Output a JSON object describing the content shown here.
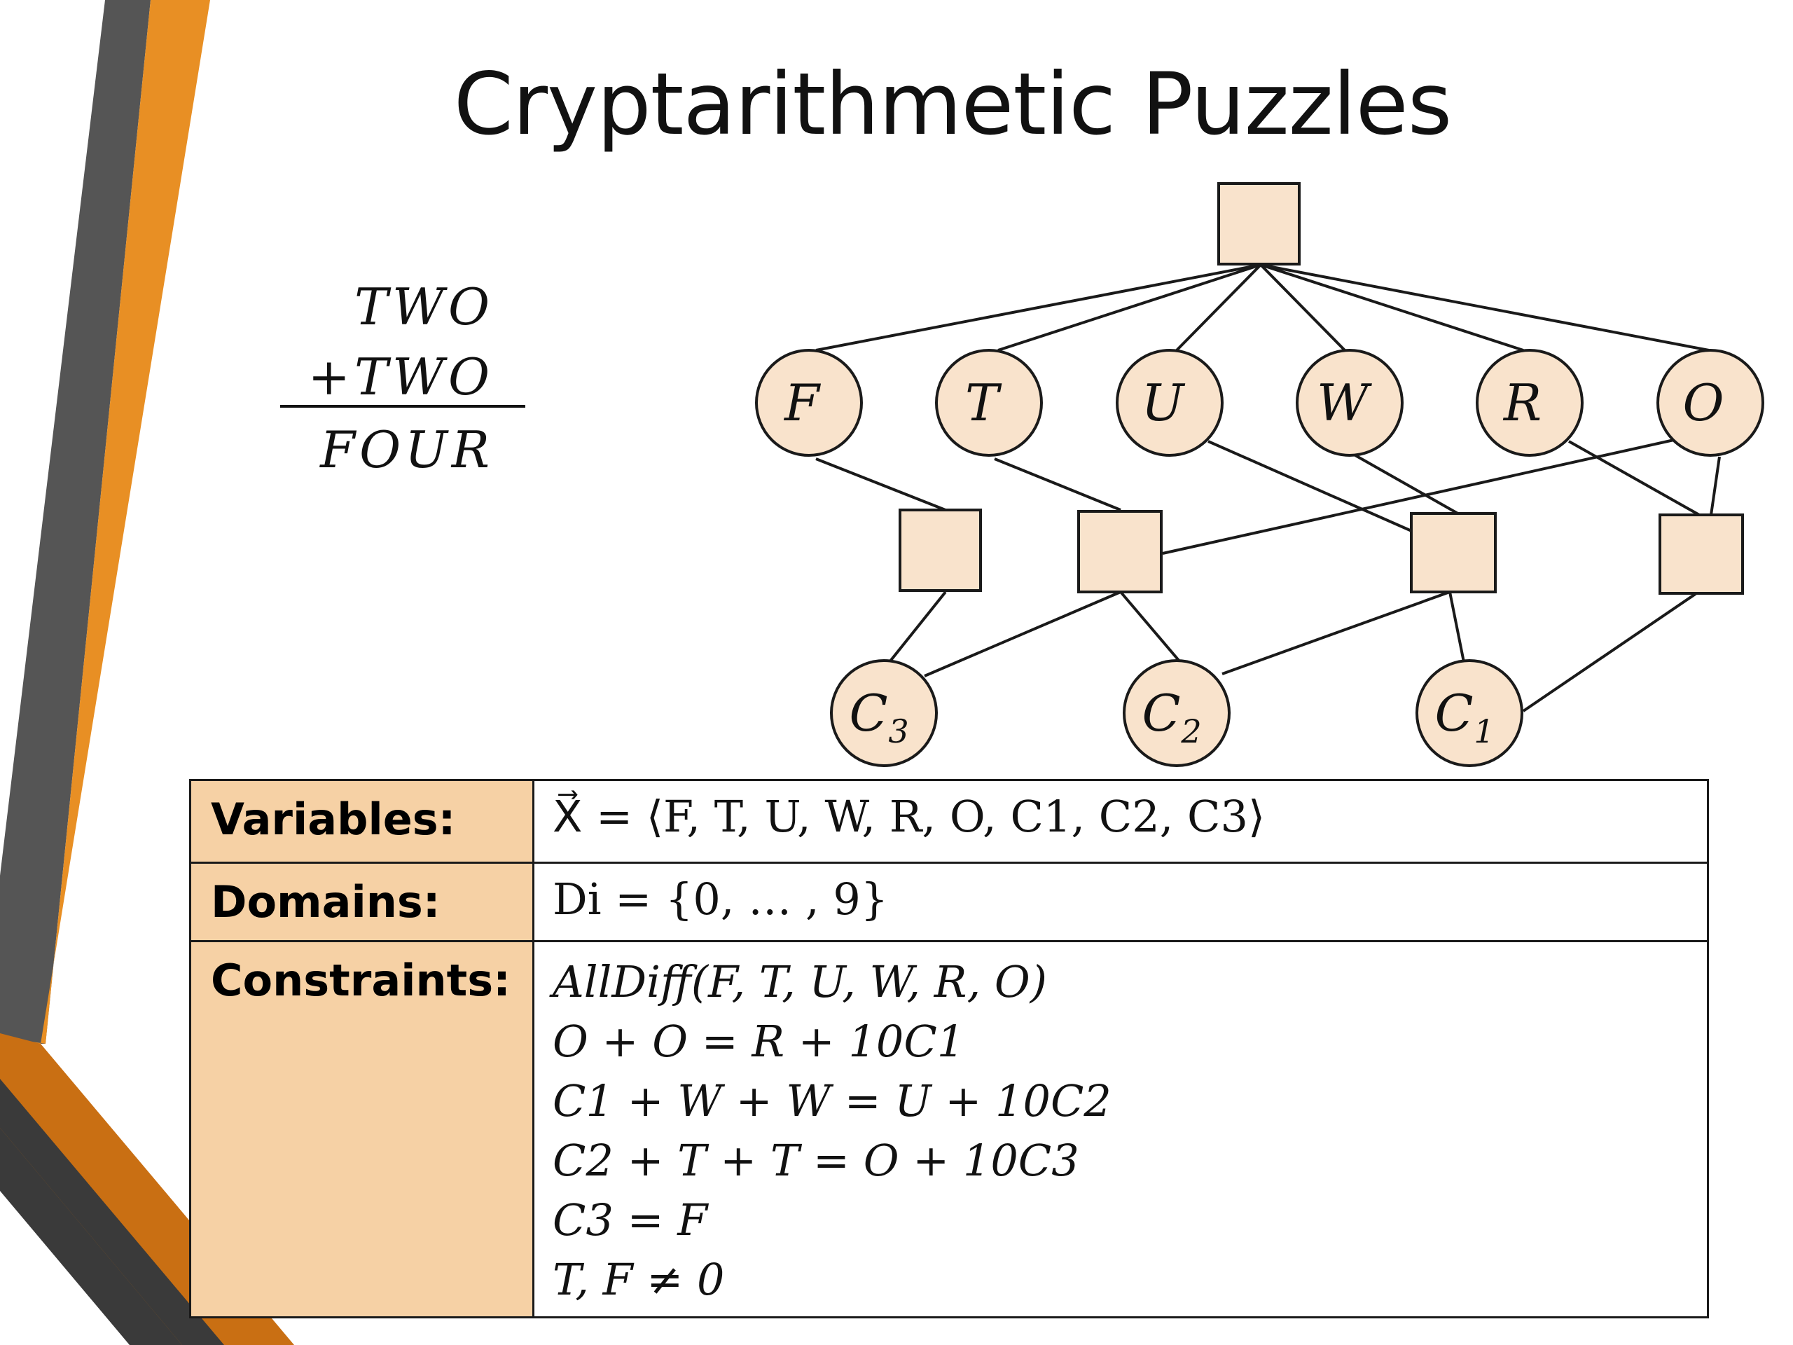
{
  "title": "Cryptarithmetic Puzzles",
  "puzzle": {
    "operand": "TWO",
    "addend": "+TWO",
    "sum": "FOUR"
  },
  "graph": {
    "variable_nodes": [
      "F",
      "T",
      "U",
      "W",
      "R",
      "O"
    ],
    "carry_nodes": [
      {
        "base": "C",
        "sub": "3"
      },
      {
        "base": "C",
        "sub": "2"
      },
      {
        "base": "C",
        "sub": "1"
      }
    ]
  },
  "table": {
    "variables_label": "Variables:",
    "domains_label": "Domains:",
    "constraints_label": "Constraints:",
    "variables_value": "X⃗ = ⟨F, T, U, W, R, O, C1, C2, C3⟩",
    "domains_value": "Di = {0, … , 9}",
    "constraints": [
      "AllDiff(F, T, U, W, R, O)",
      "O + O = R + 10C1",
      "C1 + W + W = U + 10C2",
      "C2 + T + T = O + 10C3",
      "C3 = F",
      "T, F ≠ 0"
    ]
  },
  "colors": {
    "node_fill": "#f9e3cc",
    "label_cell_fill": "#f6d1a5",
    "accent_orange": "#e88f24",
    "accent_dark_gray": "#555555",
    "stroke": "#1a1a1a"
  }
}
